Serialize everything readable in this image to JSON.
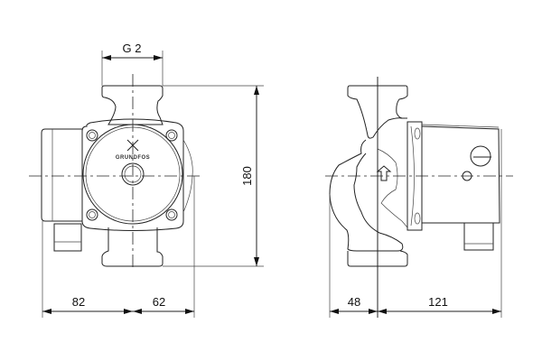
{
  "front_view": {
    "thread_label": "G 2",
    "height_label": "180",
    "left_width_label": "82",
    "right_width_label": "62",
    "logo_text": "GRUNDFOS"
  },
  "side_view": {
    "left_depth_label": "48",
    "right_depth_label": "121"
  }
}
